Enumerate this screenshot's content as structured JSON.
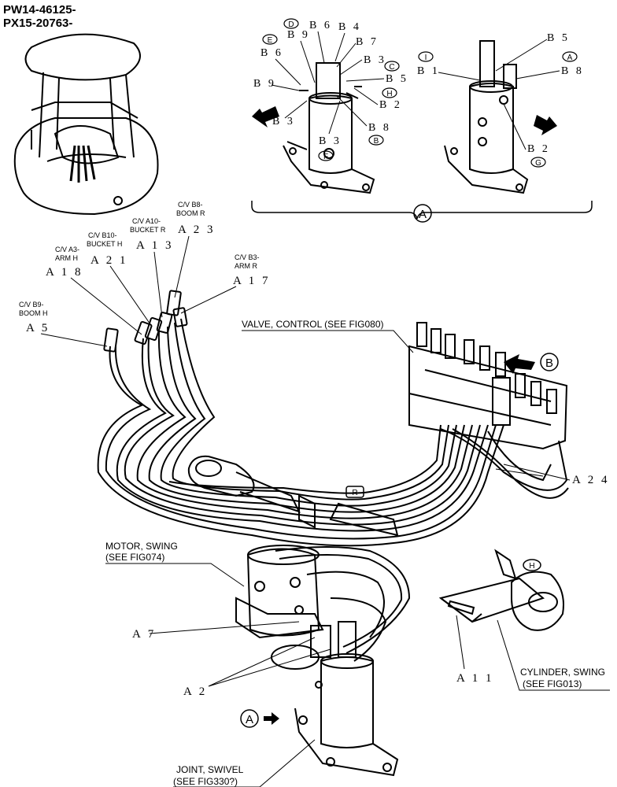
{
  "serials": {
    "line1": "PW14-46125-",
    "line2": "PX15-20763-"
  },
  "callouts": {
    "valve_control": "VALVE, CONTROL (SEE FIG080)",
    "motor_swing_1": "MOTOR, SWING",
    "motor_swing_2": "(SEE FIG074)",
    "cylinder_swing_1": "CYLINDER, SWING",
    "cylinder_swing_2": "(SEE FIG013)",
    "joint_swivel_1": "JOINT, SWIVEL",
    "joint_swivel_2": "(SEE FIG330?)"
  },
  "hose_labels": {
    "a5": {
      "l1": "C/V B9-",
      "l2": "BOOM H",
      "code": "A 5"
    },
    "a18": {
      "l1": "C/V A3-",
      "l2": "ARM H",
      "code": "A 1 8"
    },
    "a21": {
      "l1": "C/V B10-",
      "l2": "BUCKET H",
      "code": "A 2 1"
    },
    "a13": {
      "l1": "C/V A10-",
      "l2": "BUCKET R",
      "code": "A 1 3"
    },
    "a23": {
      "l1": "C/V B8-",
      "l2": "BOOM R",
      "code": "A 2 3"
    },
    "a17": {
      "l1": "C/V B3-",
      "l2": "ARM R",
      "code": "A 1 7"
    }
  },
  "parts": {
    "a24": "A 2 4",
    "a7": "A 7",
    "a2": "A 2",
    "a11": "A 1 1"
  },
  "detail_a": {
    "ports_left": [
      "B 9",
      "B 6",
      "B 4",
      "B 7",
      "B 3",
      "B 5",
      "B 6",
      "B 9",
      "B 3",
      "B 2",
      "B 8",
      "B 3"
    ],
    "ports_right": [
      "B 5",
      "B 1",
      "B 8",
      "B 2"
    ],
    "circles": [
      "D",
      "E",
      "C",
      "H",
      "B",
      "F",
      "I",
      "A",
      "G"
    ],
    "bracket_label": "A"
  },
  "markers": {
    "view_b": "B",
    "view_a": "A",
    "r": "R",
    "h": "H"
  }
}
